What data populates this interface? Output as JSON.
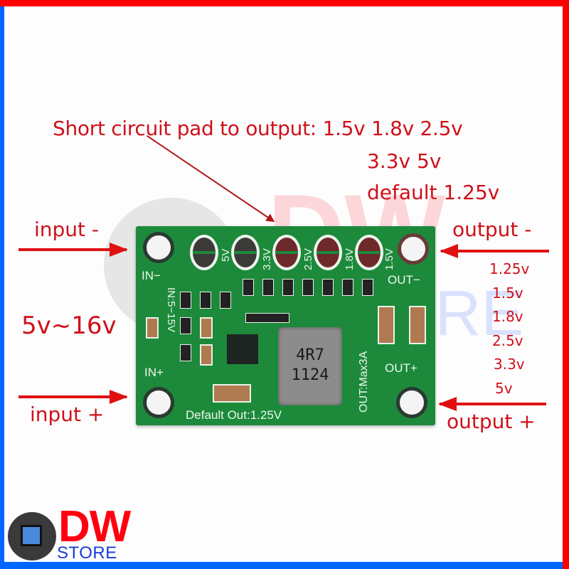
{
  "annotations": {
    "title": "Short circuit pad to output: 1.5v 1.8v 2.5v",
    "title_line2": "3.3v 5v",
    "title_line3": "default 1.25v",
    "input_minus": "input -",
    "input_plus": "input +",
    "input_range": "5v~16v",
    "output_minus": "output -",
    "output_plus": "output +",
    "output_voltages": [
      "1.25v",
      "1.5v",
      "1.8v",
      "2.5v",
      "3.3v",
      "5v"
    ]
  },
  "board": {
    "pad_labels": [
      "5V",
      "3.3V",
      "2.5V",
      "1.8V",
      "1.5V"
    ],
    "in_minus": "IN−",
    "in_plus": "IN+",
    "out_minus": "OUT−",
    "out_plus": "OUT+",
    "input_spec": "IN:5−15V",
    "output_spec": "OUT:Max3A",
    "default_out": "Default Out:1.25V",
    "inductor_line1": "4R7",
    "inductor_line2": "1124"
  },
  "logo": {
    "brand": "DW",
    "sub": "STORE"
  },
  "colors": {
    "annotation_red": "#d0101a",
    "frame_red": "#ff0000",
    "frame_blue": "#0066ff",
    "pcb_green": "#1c8a3a"
  }
}
